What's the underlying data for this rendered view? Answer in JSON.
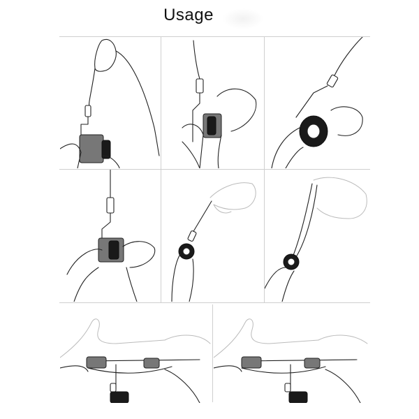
{
  "header": {
    "title": "Usage"
  },
  "illustrations": [
    {
      "name": "step-1"
    },
    {
      "name": "step-2"
    },
    {
      "name": "step-3"
    },
    {
      "name": "step-4"
    },
    {
      "name": "step-5"
    },
    {
      "name": "step-6"
    },
    {
      "name": "step-7"
    },
    {
      "name": "step-8"
    }
  ]
}
